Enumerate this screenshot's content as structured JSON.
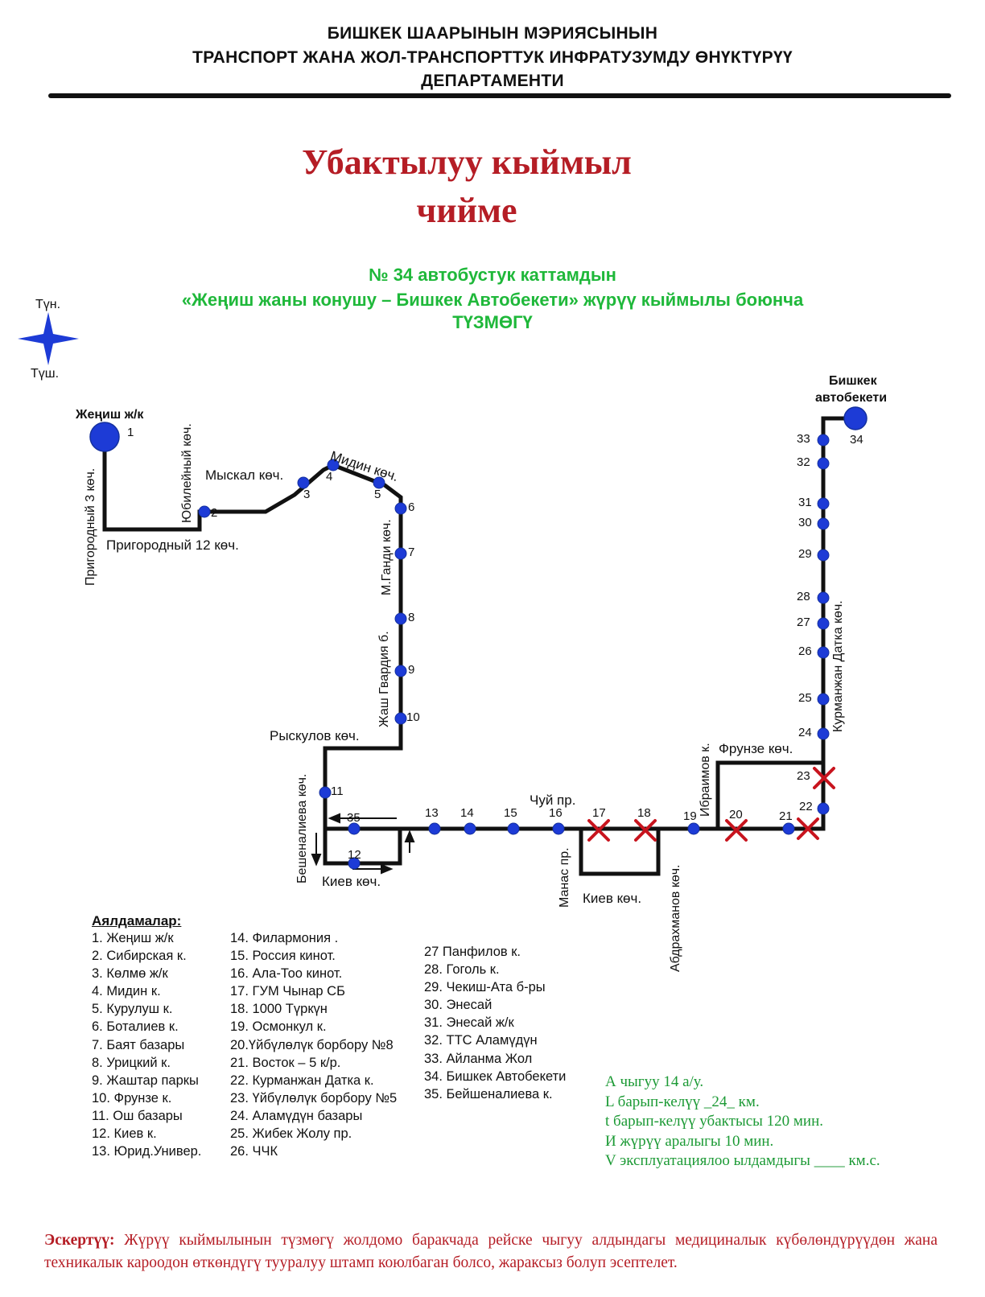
{
  "header": {
    "line1": "БИШКЕК ШААРЫНЫН  МЭРИЯСЫНЫН",
    "line2": "ТРАНСПОРТ ЖАНА ЖОЛ-ТРАНСПОРТТУК ИНФРАТУЗУМДУ ӨНҮКТҮРҮҮ",
    "line3": "ДЕПАРТАМЕНТИ"
  },
  "title": {
    "line1": "Убактылуу кыймыл",
    "line2": "чийме"
  },
  "subtitle": {
    "line1": "№ 34  автобустук каттамдын",
    "line2": "«Жеңиш жаны конушу – Бишкек Автобекети»  жүрүү кыймылы боюнча",
    "line3": "ТҮЗМӨГҮ"
  },
  "compass": {
    "north": "Түн.",
    "south": "Түш."
  },
  "terminals": {
    "start": "Жеңиш ж/к",
    "end_line1": "Бишкек",
    "end_line2": "автобекети"
  },
  "streets": {
    "prigorodny3": "Пригородный 3 көч.",
    "prigorodny12": "Пригородный 12 көч.",
    "yubileyny": "Юбилейный көч.",
    "myskal": "Мыскал көч.",
    "midin": "Мидин көч.",
    "gandi": "М.Ганди көч.",
    "zhash_gvardiya": "Жаш Гвардия б.",
    "ryskulov": "Рыскулов көч.",
    "beshenalieva": "Бешеналиева көч.",
    "kiev1": "Киев көч.",
    "chuy": "Чуй пр.",
    "manas": "Манас пр.",
    "kiev2": "Киев көч.",
    "abdrakhmanov": "Абдрахманов көч.",
    "ibraimov": "Ибраимов к.",
    "frunze": "Фрунзе көч.",
    "kurmanzhan": "Курманжан Датка көч."
  },
  "stop_numbers": [
    "1",
    "2",
    "3",
    "4",
    "5",
    "6",
    "7",
    "8",
    "9",
    "10",
    "11",
    "12",
    "13",
    "14",
    "15",
    "16",
    "17",
    "18",
    "19",
    "20",
    "21",
    "22",
    "23",
    "24",
    "25",
    "26",
    "27",
    "28",
    "29",
    "30",
    "31",
    "32",
    "33",
    "34",
    "35"
  ],
  "legend": {
    "heading": "Аялдамалар:",
    "col1": [
      "1. Жеңиш ж/к",
      "2. Сибирская к.",
      "3. Көлмө ж/к",
      "4. Мидин к.",
      "5. Курулуш к.",
      "6. Боталиев к.",
      "7. Баят базары",
      "8. Урицкий к.",
      "9. Жаштар паркы",
      "10. Фрунзе к.",
      "11. Ош базары",
      "12. Киев к.",
      "13. Юрид.Универ."
    ],
    "col2": [
      "14. Филармония .",
      "15. Россия кинот.",
      "16. Ала-Тоо кинот.",
      "17. ГУМ Чынар СБ",
      "18. 1000 Түркүн",
      "19. Осмонкул к.",
      "20.Үйбүлөлүк борбору №8",
      "21. Восток – 5 к/р.",
      "22. Курманжан Датка к.",
      "23. Үйбүлөлүк борбору №5",
      "24. Аламүдүн базары",
      "25. Жибек Жолу пр.",
      "26. ЧЧК"
    ],
    "col3": [
      "27 Панфилов к.",
      "28. Гоголь к.",
      "29. Чекиш-Ата б-ры",
      "30. Энесай",
      "31. Энесай ж/к",
      "32. ТТС Аламүдүн",
      "33. Айланма Жол",
      "34. Бишкек Автобекети",
      "35. Бейшеналиева к."
    ]
  },
  "params": {
    "line1": "А чыгуу 14 а/у.",
    "line2": "L барып-келүү  _24_ км.",
    "line3": "t барып-келүү убактысы 120 мин.",
    "line4": "И жүрүү аралыгы  10  мин.",
    "line5": "V эксплуатациялоо ылдамдыгы ____ км.с."
  },
  "note": {
    "label": "Эскертүү:",
    "text": "Жүрүү кыймылынын түзмөгү жолдомо баракчада рейске чыгуу алдындагы медициналык күбөлөндүрүүдөн жана техникалык кароодон өткөндүгү тууралуу штамп коюлбаган болсо, жараксыз болуп эсептелет."
  },
  "colors": {
    "title_red": "#b51d25",
    "subtitle_green": "#1fb83a",
    "stop_blue": "#1d3bd6",
    "closed_red": "#c8141e",
    "route_black": "#111111"
  }
}
